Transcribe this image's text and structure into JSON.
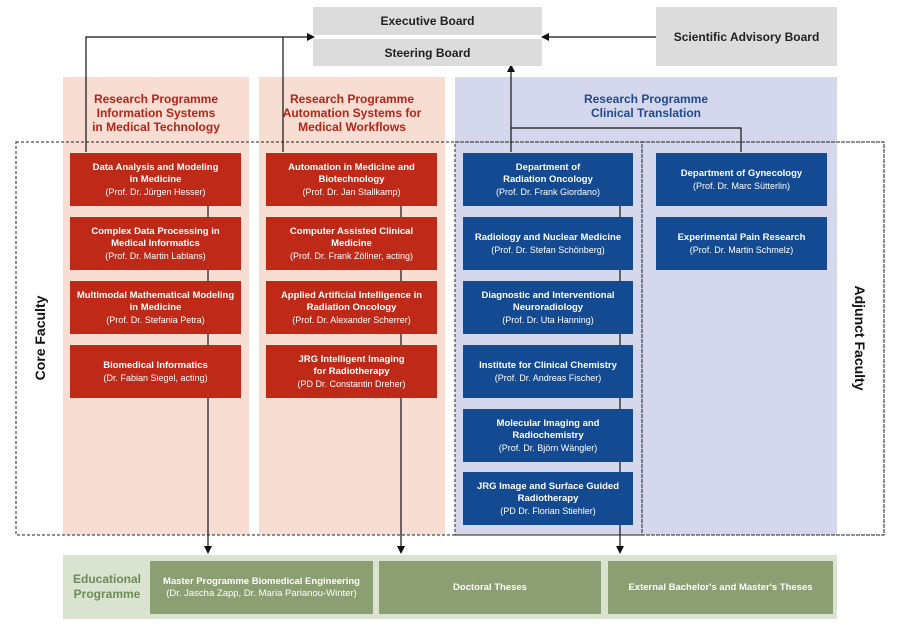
{
  "top": {
    "executive_board": "Executive Board",
    "steering_board": "Steering Board",
    "scientific_advisory_board": "Scientific Advisory Board"
  },
  "programmes": [
    {
      "title": [
        "Research Programme",
        "Information Systems",
        "in Medical Technology"
      ],
      "units": [
        {
          "name": [
            "Data Analysis and Modeling",
            "in Medicine"
          ],
          "person": "(Prof. Dr. Jürgen Hesser)"
        },
        {
          "name": [
            "Complex Data Processing in",
            "Medical Informatics"
          ],
          "person": "(Prof. Dr. Martin Lablans)"
        },
        {
          "name": [
            "Multimodal Mathematical Modeling",
            "in Medicine"
          ],
          "person": "(Prof. Dr. Stefania Petra)"
        },
        {
          "name": [
            "Biomedical Informatics"
          ],
          "person": "(Dr. Fabian Siegel, acting)"
        }
      ]
    },
    {
      "title": [
        "Research Programme",
        "Automation Systems for",
        "Medical Workflows"
      ],
      "units": [
        {
          "name": [
            "Automation in Medicine and",
            "Biotechnology"
          ],
          "person": "(Prof. Dr. Jan Stallkamp)"
        },
        {
          "name": [
            "Computer Assisted Clinical",
            "Medicine"
          ],
          "person": "(Prof. Dr. Frank Zöllner, acting)"
        },
        {
          "name": [
            "Applied Artificial Intelligence in",
            "Radiation Oncology"
          ],
          "person": "(Prof. Dr. Alexander Scherrer)"
        },
        {
          "name": [
            "JRG Intelligent Imaging",
            "for Radiotherapy"
          ],
          "person": "(PD Dr. Constantin Dreher)"
        }
      ]
    },
    {
      "title": [
        "Research Programme",
        "Clinical Translation"
      ],
      "units": [
        {
          "name": [
            "Department of",
            "Radiation Oncology"
          ],
          "person": "(Prof. Dr. Frank Giordano)"
        },
        {
          "name": [
            "Radiology and Nuclear Medicine"
          ],
          "person": "(Prof. Dr. Stefan Schönberg)"
        },
        {
          "name": [
            "Diagnostic and Interventional",
            "Neuroradiology"
          ],
          "person": "(Prof. Dr. Uta Hanning)"
        },
        {
          "name": [
            "Institute for Clinical Chemistry"
          ],
          "person": "(Prof. Dr. Andreas Fischer)"
        },
        {
          "name": [
            "Molecular Imaging and",
            "Radiochemistry"
          ],
          "person": "(Prof. Dr. Björn Wängler)"
        },
        {
          "name": [
            "JRG Image and Surface Guided",
            "Radiotherapy"
          ],
          "person": "(PD Dr. Florian Stiehler)"
        }
      ],
      "adjunct_units": [
        {
          "name": [
            "Department of Gynecology"
          ],
          "person": "(Prof. Dr. Marc Sütterlin)"
        },
        {
          "name": [
            "Experimental Pain Research"
          ],
          "person": "(Prof. Dr. Martin Schmelz)"
        }
      ]
    }
  ],
  "faculty_labels": {
    "core": "Core Faculty",
    "adjunct": "Adjunct Faculty"
  },
  "education": {
    "title": [
      "Educational",
      "Programme"
    ],
    "items": [
      {
        "name": "Master Programme Biomedical Engineering",
        "person": "(Dr. Jascha Zapp, Dr. Maria Parianou-Winter)"
      },
      {
        "name": "Doctoral Theses",
        "person": ""
      },
      {
        "name": "External Bachelor's and Master's Theses",
        "person": ""
      }
    ]
  },
  "colors": {
    "red_unit": "#be2a17",
    "red_column": "#f7ddd2",
    "blue_unit": "#134a91",
    "blue_column": "#d5d8ec",
    "education_box": "#8b9f72",
    "education_bg": "#d9e3cf",
    "board_box": "#dcdcdc"
  }
}
